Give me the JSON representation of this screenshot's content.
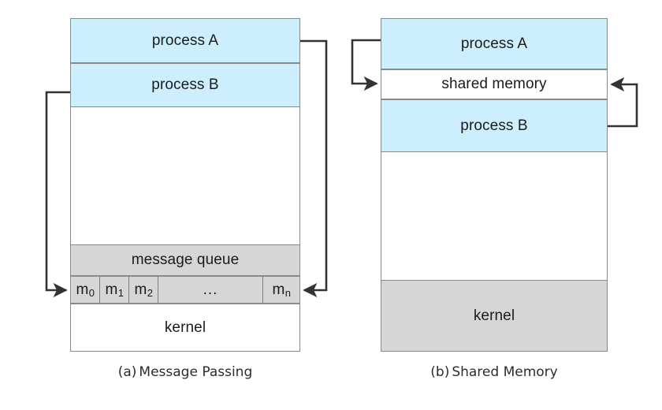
{
  "figure": {
    "background": "#ffffff",
    "colors": {
      "process_fill": "#cdeefc",
      "kernel_fill": "#d6d6d6",
      "queue_fill": "#d6d6d6",
      "shared_memory_fill": "#ffffff",
      "border": "#8a8a8a",
      "arrow": "#333333",
      "text": "#1b1b1b"
    }
  },
  "panel_a": {
    "caption_tag": "(a)",
    "caption_text": "Message Passing",
    "rows": {
      "process_a": "process A",
      "process_b": "process B",
      "empty": "",
      "message_queue": "message queue",
      "kernel": "kernel"
    },
    "messages": [
      {
        "label": "m",
        "sub": "0"
      },
      {
        "label": "m",
        "sub": "1"
      },
      {
        "label": "m",
        "sub": "2"
      },
      {
        "label": "...",
        "sub": ""
      },
      {
        "label": "m",
        "sub": "n"
      }
    ],
    "arrows": [
      {
        "name": "process-b-to-queue",
        "from": "process B",
        "to": "message m0",
        "direction": "right"
      },
      {
        "name": "queue-to-process-a",
        "from": "message mn",
        "to": "process A",
        "direction": "left"
      }
    ]
  },
  "panel_b": {
    "caption_tag": "(b)",
    "caption_text": "Shared Memory",
    "rows": {
      "process_a": "process A",
      "shared_memory": "shared memory",
      "process_b": "process B",
      "empty": "",
      "kernel": "kernel"
    },
    "arrows": [
      {
        "name": "process-a-to-shared-memory",
        "from": "process A",
        "to": "shared memory",
        "direction": "right"
      },
      {
        "name": "process-b-to-shared-memory",
        "from": "process B",
        "to": "shared memory",
        "direction": "left"
      }
    ]
  }
}
